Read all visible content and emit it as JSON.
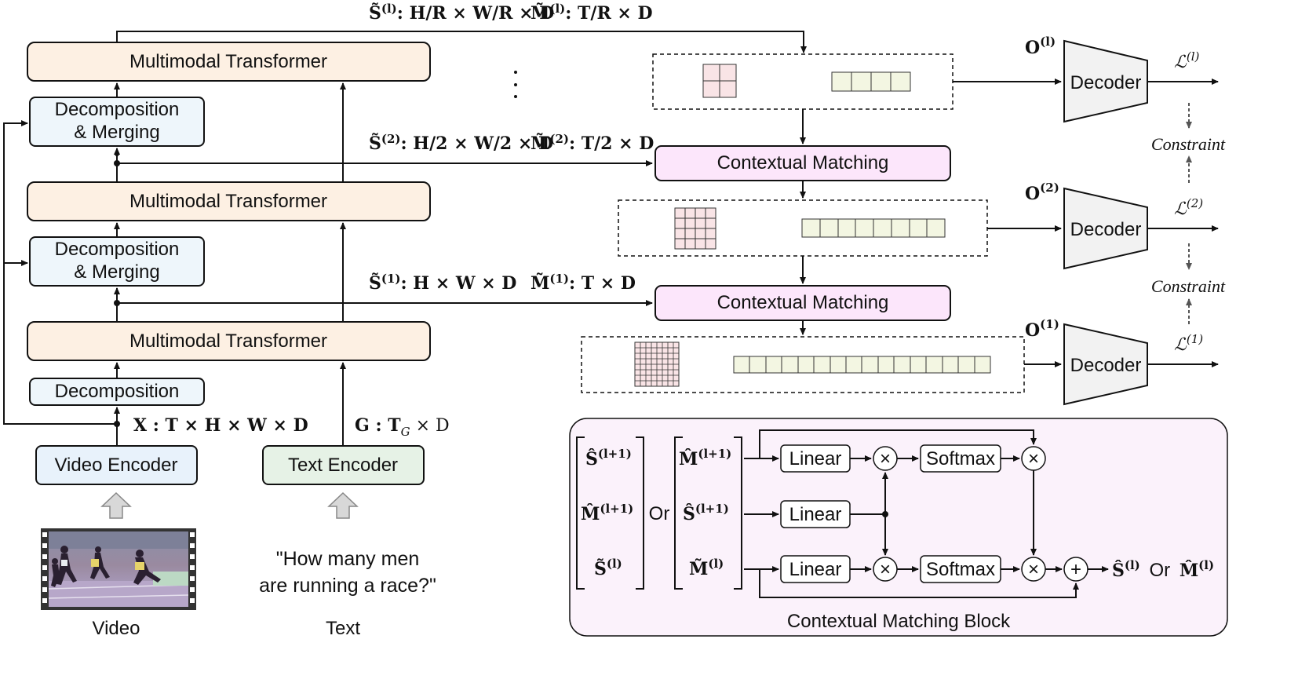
{
  "left": {
    "mmt_label": "Multimodal Transformer",
    "dm_label_1": "Decomposition",
    "dm_label_2": "& Merging",
    "decomp_label": "Decomposition",
    "video_encoder": "Video Encoder",
    "text_encoder": "Text Encoder",
    "x_label": "X : T × H × W × D",
    "g_label": "G : T",
    "g_sub": "G",
    "g_tail": " × D",
    "video_caption": "Video",
    "text_caption": "Text",
    "question_line1": "\"How many men",
    "question_line2": "are running a race?\""
  },
  "scale_labels": {
    "s_top": "S̃",
    "s_top_sup": "(l)",
    "s_top_dims": ": H/R × W/R × D",
    "m_top": "M̃",
    "m_top_sup": "(l)",
    "m_top_dims": ": T/R × D",
    "s_mid": "S̃",
    "s_mid_sup": "(2)",
    "s_mid_dims": ": H/2 × W/2 × D",
    "m_mid": "M̃",
    "m_mid_sup": "(2)",
    "m_mid_dims": ": T/2 × D",
    "s_low": "S̃",
    "s_low_sup": "(1)",
    "s_low_dims": ": H × W × D",
    "m_low": "M̃",
    "m_low_sup": "(1)",
    "m_low_dims": ": T × D"
  },
  "right": {
    "contextual_matching": "Contextual Matching",
    "decoder": "Decoder",
    "constraint": "Constraint",
    "o_top": "O",
    "o_top_sup": "(l)",
    "o_mid": "O",
    "o_mid_sup": "(2)",
    "o_low": "O",
    "o_low_sup": "(1)",
    "loss_top": "ℒ",
    "loss_top_sup": "(l)",
    "loss_mid": "ℒ",
    "loss_mid_sup": "(2)",
    "loss_low": "ℒ",
    "loss_low_sup": "(1)"
  },
  "cm_block": {
    "title": "Contextual Matching Block",
    "linear": "Linear",
    "softmax": "Softmax",
    "or": "Or",
    "s_hat": "Ŝ",
    "s_hat_sup": "(l+1)",
    "m_hat": "M̂",
    "m_hat_sup": "(l+1)",
    "s_tilde": "S̃",
    "s_tilde_sup": "(l)",
    "m_tilde": "M̃",
    "m_tilde_sup": "(l)",
    "out_s": "Ŝ",
    "out_s_sup": "(l)",
    "out_m": "M̂",
    "out_m_sup": "(l)",
    "times": "×",
    "plus": "+"
  },
  "colors": {
    "mmt_fill": "#fdf0e3",
    "dm_fill": "#eef6fb",
    "video_enc_fill": "#e8f2fb",
    "text_enc_fill": "#e6f2e6",
    "cm_fill": "#fce6fb",
    "block_fill": "#fbf2fb",
    "spatial_fill": "#f9e4e6",
    "temporal_fill": "#f3f6e2"
  }
}
